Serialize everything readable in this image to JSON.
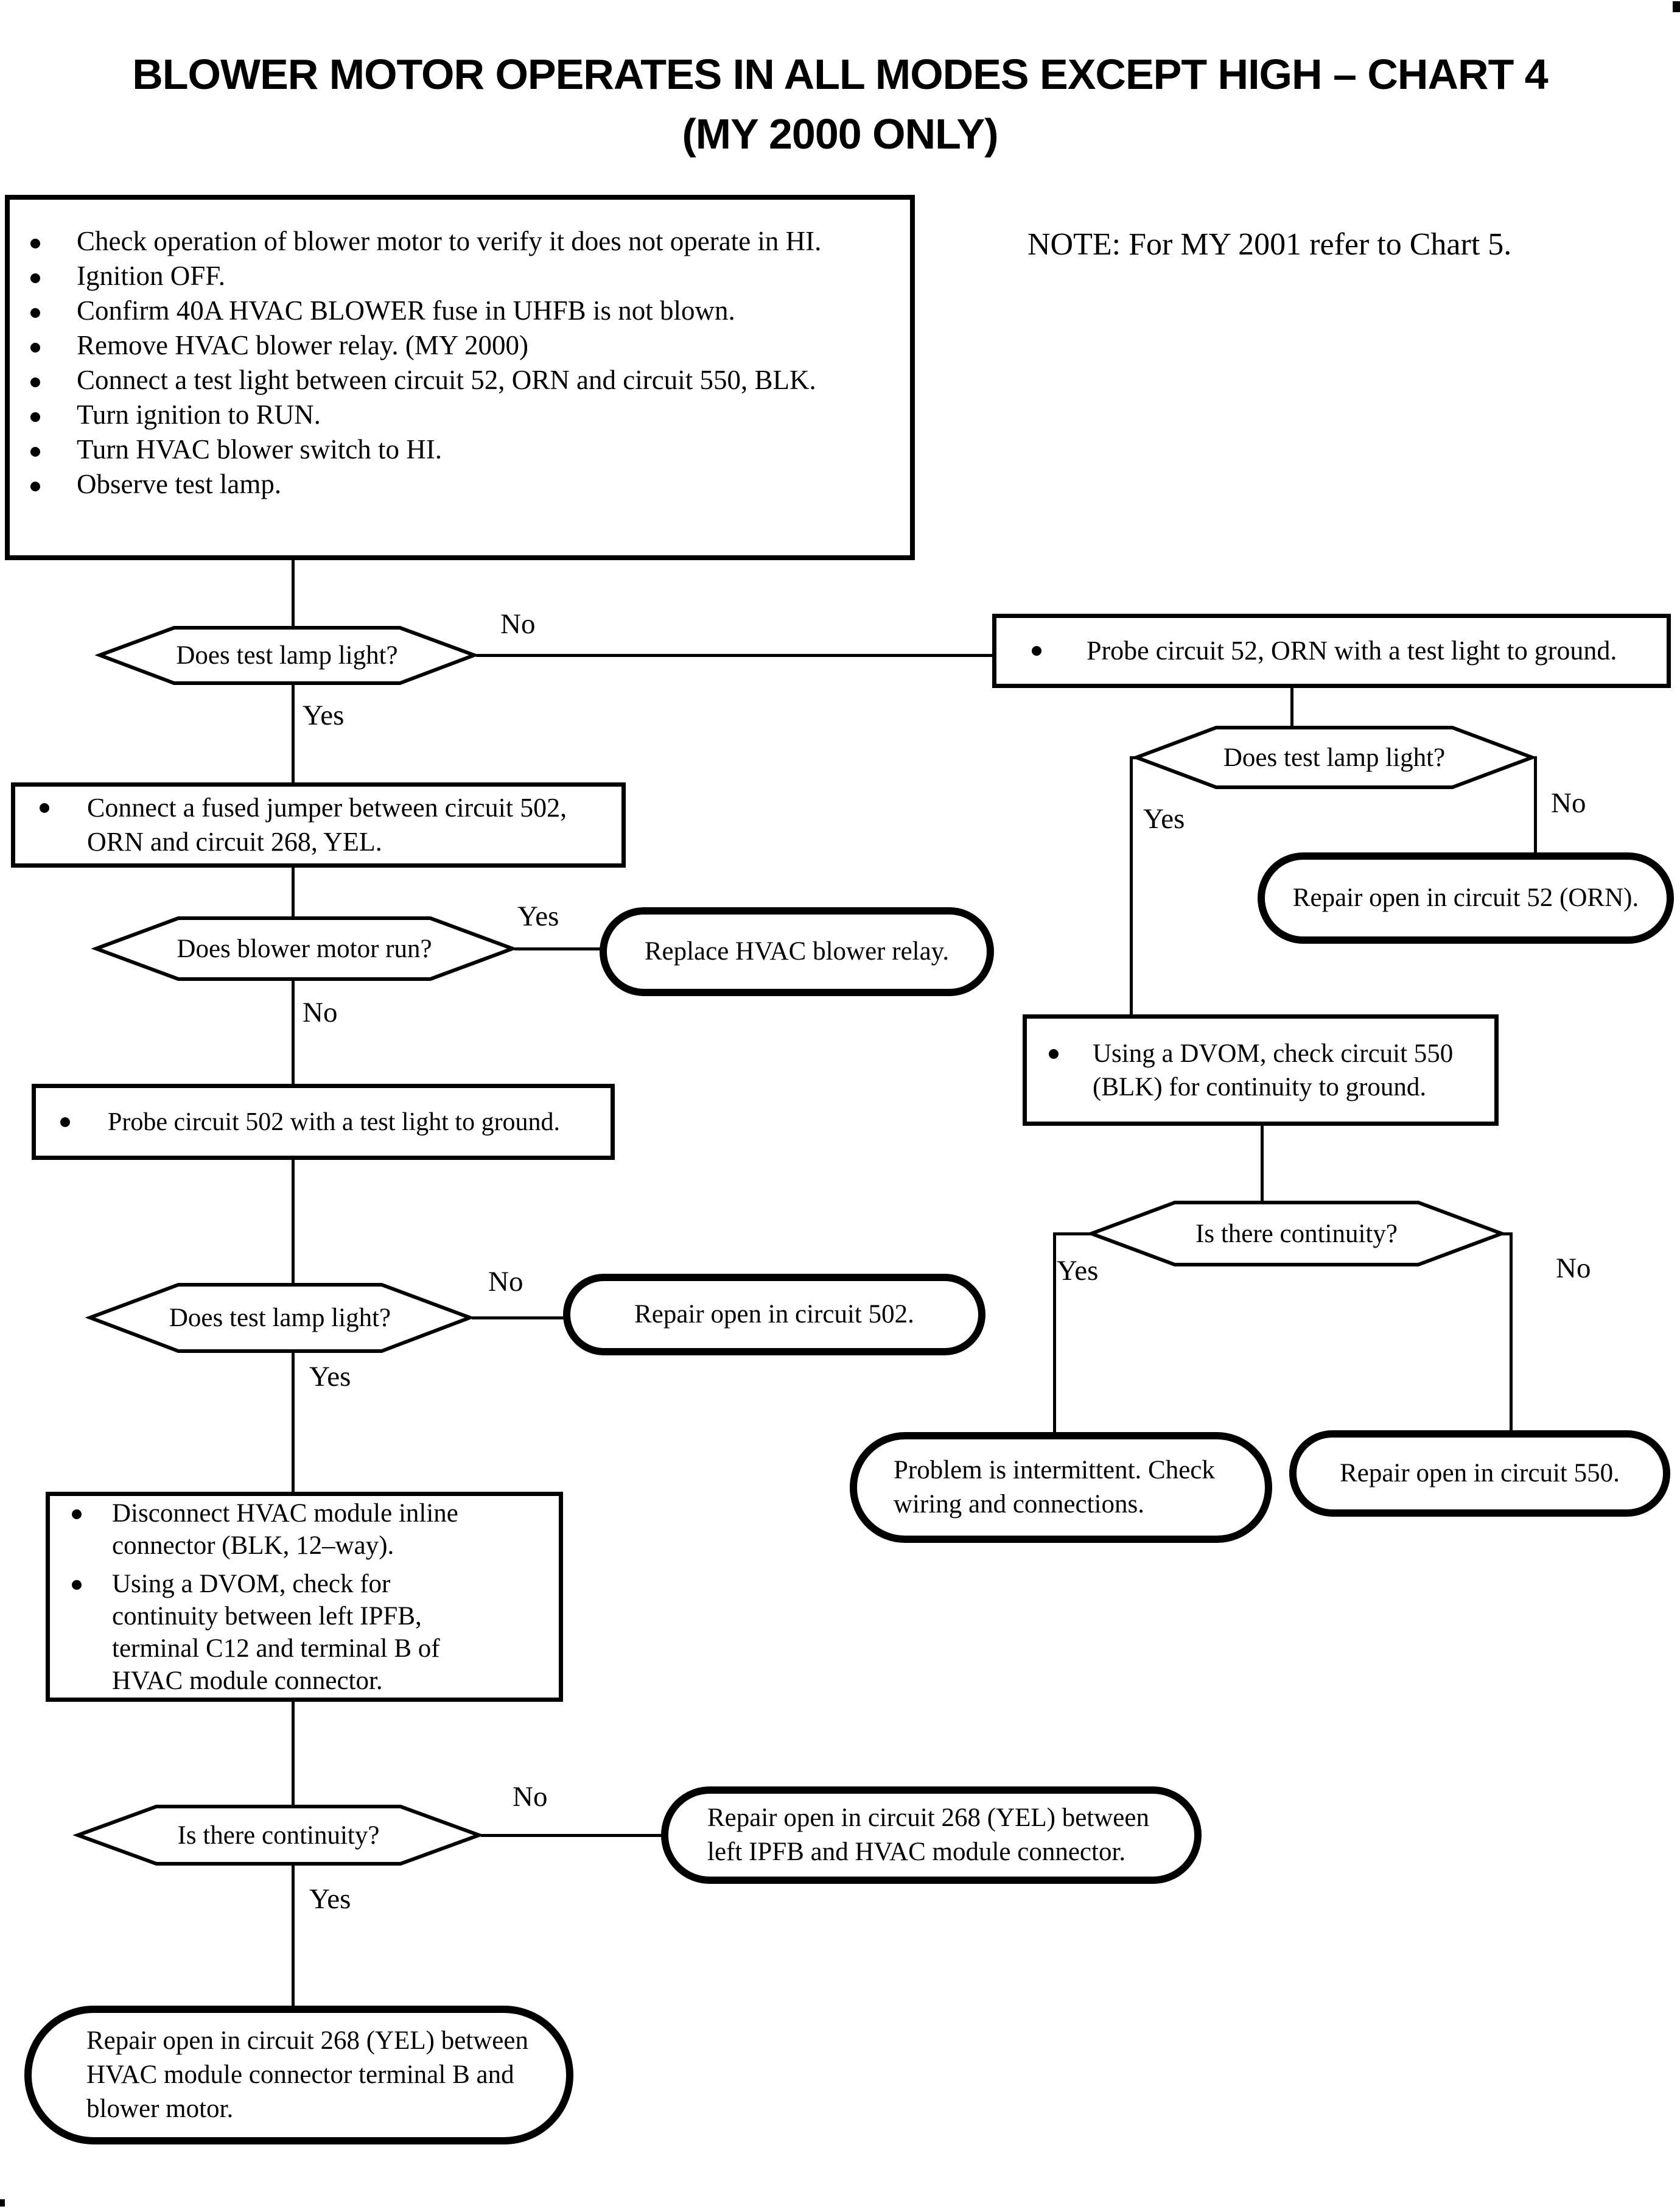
{
  "page": {
    "background": "#ffffff",
    "ink": "#000000"
  },
  "title": {
    "line1": "BLOWER MOTOR OPERATES IN ALL MODES EXCEPT HIGH – CHART 4",
    "line2": "(MY 2000 ONLY)"
  },
  "note": {
    "text": "NOTE:  For MY 2001 refer to Chart 5."
  },
  "flowchart": {
    "labels": {
      "yes": "Yes",
      "no": "No"
    },
    "instructions": {
      "items": [
        "Check operation of blower motor to verify it does not operate in HI.",
        "Ignition OFF.",
        "Confirm 40A HVAC BLOWER fuse in UHFB is not blown.",
        "Remove HVAC blower relay.  (MY 2000)",
        "Connect a test light between circuit 52, ORN and circuit 550, BLK.",
        "Turn ignition to RUN.",
        "Turn HVAC blower switch to HI.",
        "Observe test lamp."
      ]
    },
    "decisions": {
      "lamp1": {
        "label": "Does test lamp light?"
      },
      "motor": {
        "label": "Does blower motor run?"
      },
      "lamp2": {
        "label": "Does test lamp light?"
      },
      "cont1": {
        "label": "Is there continuity?"
      },
      "lamp3": {
        "label": "Does test lamp light?"
      },
      "cont2": {
        "label": "Is there continuity?"
      }
    },
    "processes": {
      "probe52": {
        "lines": [
          "Probe circuit 52, ORN with a test light to ground."
        ]
      },
      "jumper": {
        "lines": [
          "Connect a fused jumper between circuit 502,",
          "ORN and circuit 268, YEL."
        ]
      },
      "probe502": {
        "lines": [
          "Probe circuit 502 with a test light to ground."
        ]
      },
      "dvom268": {
        "items": [
          {
            "lines": [
              "Disconnect HVAC module inline",
              "connector (BLK, 12–way)."
            ]
          },
          {
            "lines": [
              "Using a DVOM, check for",
              "continuity between left IPFB,",
              "terminal C12 and terminal B of",
              "HVAC module connector."
            ]
          }
        ]
      },
      "dvom550": {
        "lines": [
          "Using a DVOM, check circuit 550",
          "(BLK) for continuity to ground."
        ]
      }
    },
    "terminals": {
      "replaceRelay": {
        "lines": [
          "Replace HVAC blower relay."
        ]
      },
      "repair502": {
        "lines": [
          "Repair open in circuit 502."
        ]
      },
      "repair268a": {
        "lines": [
          "Repair open in circuit 268 (YEL) between",
          "left IPFB and HVAC module connector."
        ]
      },
      "repair268b": {
        "lines": [
          "Repair open in circuit 268 (YEL) between",
          "HVAC module connector terminal B and",
          "blower motor."
        ]
      },
      "repair52": {
        "lines": [
          "Repair open in circuit 52 (ORN)."
        ]
      },
      "intermittent": {
        "lines": [
          "Problem is intermittent. Check",
          "wiring and connections."
        ]
      },
      "repair550": {
        "lines": [
          "Repair open in circuit 550."
        ]
      }
    }
  }
}
